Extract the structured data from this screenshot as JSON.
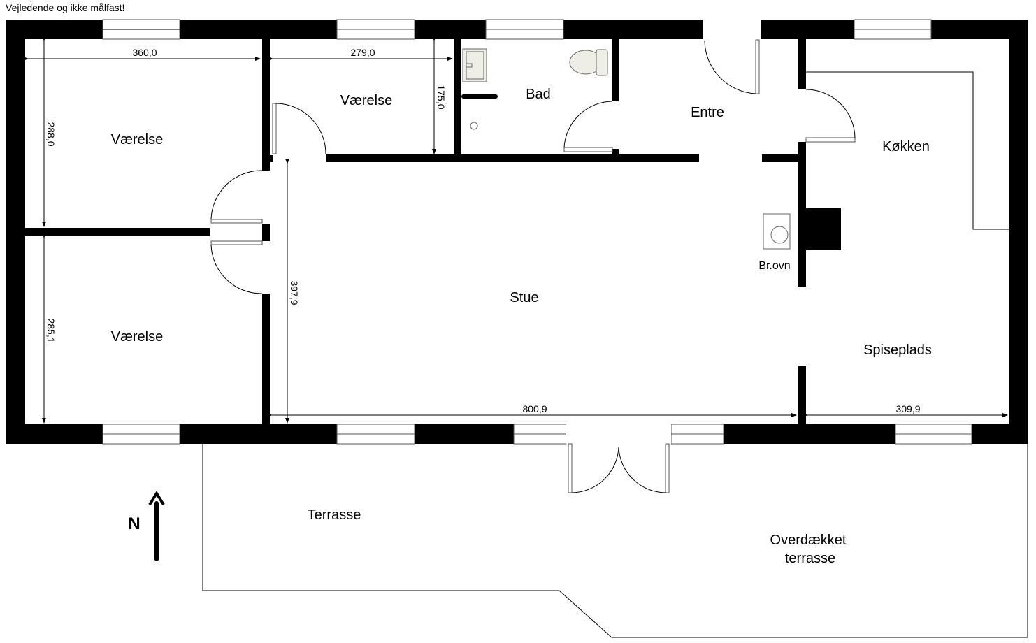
{
  "disclaimer": "Vejledende og ikke målfast!",
  "rooms": {
    "bedroom_1": "Værelse",
    "bedroom_2": "Værelse",
    "bedroom_3": "Værelse",
    "bathroom": "Bad",
    "entrance": "Entre",
    "kitchen": "Køkken",
    "living_room": "Stue",
    "dining": "Spiseplads",
    "stove": "Br.ovn",
    "terrace": "Terrasse",
    "covered_terrace_line1": "Overdækket",
    "covered_terrace_line2": "terrasse"
  },
  "dimensions": {
    "bedroom_1_width": "360,0",
    "bedroom_1_depth": "288,0",
    "bedroom_2_width": "279,0",
    "bedroom_2_depth": "175,0",
    "bedroom_3_depth": "285,1",
    "living_depth": "397,9",
    "living_width": "800,9",
    "dining_width": "309,9"
  },
  "compass": {
    "label": "N"
  }
}
